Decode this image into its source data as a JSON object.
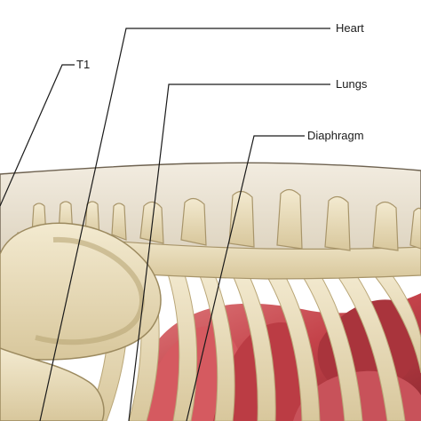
{
  "labels": {
    "heart": "Heart",
    "lungs": "Lungs",
    "diaphragm": "Diaphragm",
    "t1": "T1"
  },
  "colors": {
    "background": "#ffffff",
    "skin": "#ece4d3",
    "bone": "#ecdfb8",
    "bone_shadow": "#c9b88a",
    "lung": "#c6474c",
    "lung_dark": "#8f2a31",
    "lung_light": "#e38a8a",
    "leader_line": "#1a1a1a"
  }
}
